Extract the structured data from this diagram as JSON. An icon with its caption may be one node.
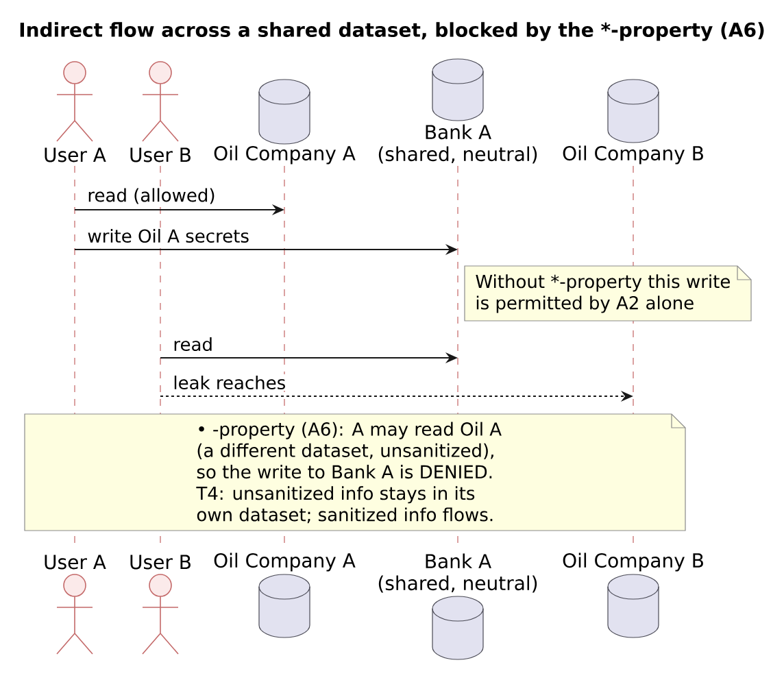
{
  "diagram": {
    "title": "Indirect flow across a shared dataset, blocked by the *-property (A6)",
    "nodes": [
      {
        "text": [
          "User A"
        ]
      },
      {
        "text": [
          "User B"
        ]
      },
      {
        "text": [
          "Oil Company A"
        ]
      },
      {
        "text": [
          "Bank A",
          "(shared, neutral)"
        ]
      },
      {
        "text": [
          "Oil Company B"
        ]
      },
      {
        "text": [],
        "shape": "line"
      },
      {
        "text": [],
        "shape": "line"
      },
      {
        "text": [],
        "shape": "line"
      },
      {
        "text": [],
        "shape": "line"
      },
      {
        "text": [],
        "shape": "line"
      },
      {
        "text": [
          "Without *-property this write is permitted by A2 alone"
        ]
      },
      {
        "text": [
          "• -property (A6): A may read Oil A (a different dataset, unsanitized), so the write to Bank A is DENIED. T4: unsanitized info stays in its own dataset; sanitized info flows."
        ]
      },
      {
        "text": [
          "User A"
        ]
      },
      {
        "text": [
          "User B"
        ]
      },
      {
        "text": [
          "Oil Company A"
        ]
      },
      {
        "text": [
          "Bank A",
          "(shared, neutral)"
        ]
      },
      {
        "text": [
          "Oil Company B"
        ]
      }
    ],
    "edges": [
      {
        "from": 5,
        "to": 7,
        "arrow": "to",
        "label": "read (allowed)"
      },
      {
        "from": 5,
        "to": 8,
        "arrow": "to",
        "label": "write Oil A secrets"
      },
      {
        "from": 6,
        "to": 8,
        "arrow": "to",
        "label": "read"
      },
      {
        "from": 6,
        "to": 9,
        "arrow": "to",
        "label": "leak reaches",
        "style": "dashed"
      }
    ]
  }
}
